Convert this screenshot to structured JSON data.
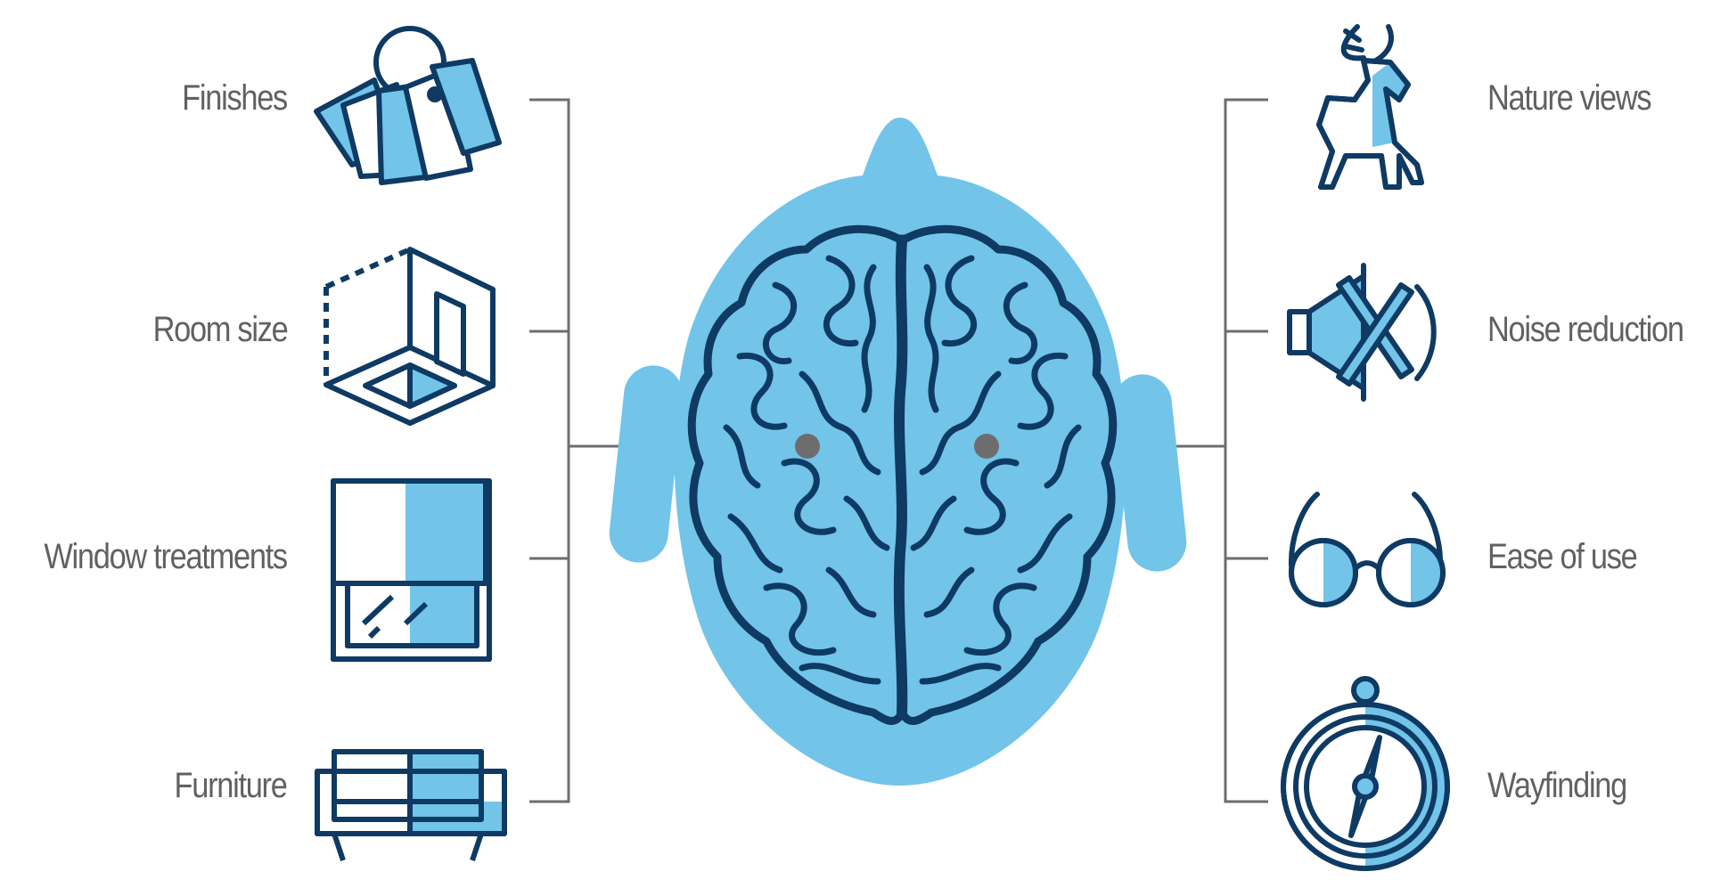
{
  "colors": {
    "navy": "#0e3a63",
    "light_blue": "#72c4e9",
    "connector_gray": "#6d6d6d",
    "label_gray": "#616161",
    "background": "#ffffff"
  },
  "left_factors": [
    {
      "label": "Finishes",
      "icon": "swatch-ring-icon"
    },
    {
      "label": "Room size",
      "icon": "room-cube-icon"
    },
    {
      "label": "Window treatments",
      "icon": "window-shade-icon"
    },
    {
      "label": "Furniture",
      "icon": "sofa-icon"
    }
  ],
  "right_factors": [
    {
      "label": "Nature views",
      "icon": "deer-icon"
    },
    {
      "label": "Noise reduction",
      "icon": "muted-speaker-icon"
    },
    {
      "label": "Ease of use",
      "icon": "glasses-icon"
    },
    {
      "label": "Wayfinding",
      "icon": "compass-icon"
    }
  ],
  "center": {
    "icon": "head-brain-icon"
  }
}
